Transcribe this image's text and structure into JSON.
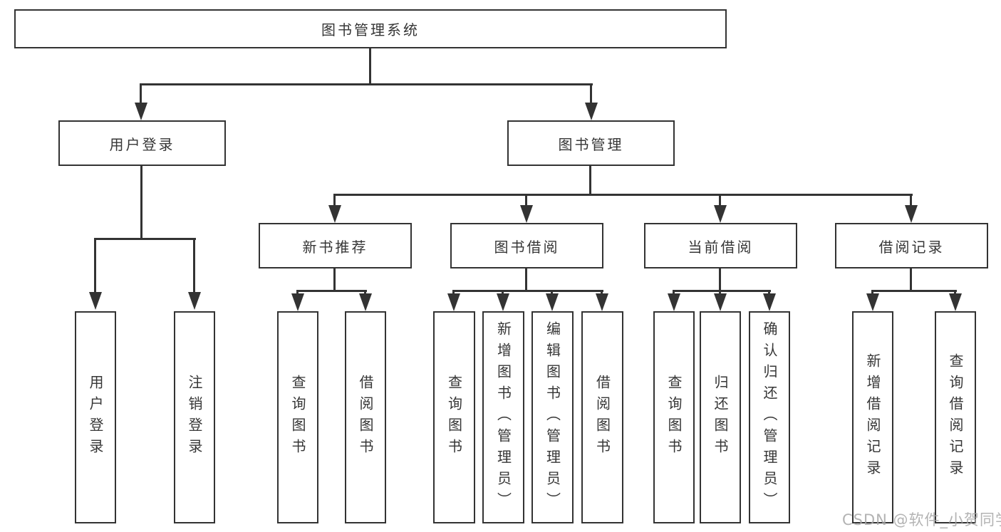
{
  "diagram": {
    "root": {
      "label": "图书管理系统"
    },
    "level2": [
      {
        "label": "用户登录"
      },
      {
        "label": "图书管理"
      }
    ],
    "level3": [
      {
        "label": "新书推荐"
      },
      {
        "label": "图书借阅"
      },
      {
        "label": "当前借阅"
      },
      {
        "label": "借阅记录"
      }
    ],
    "leaves": {
      "user_login": [
        "用户登录",
        "注销登录"
      ],
      "new_book": [
        "查询图书",
        "借阅图书"
      ],
      "book_borrow": [
        "查询图书",
        "新增图书（管理员）",
        "编辑图书（管理员）",
        "借阅图书"
      ],
      "current_borrow": [
        "查询图书",
        "归还图书",
        "确认归还（管理员）"
      ],
      "borrow_records": [
        "新增借阅记录",
        "查询借阅记录"
      ]
    }
  },
  "watermark": {
    "text": "CSDN @软件_小贺同学"
  },
  "colors": {
    "line": "#333333",
    "text": "#363636",
    "background": "#ffffff",
    "watermark": "#a6a6a6"
  }
}
